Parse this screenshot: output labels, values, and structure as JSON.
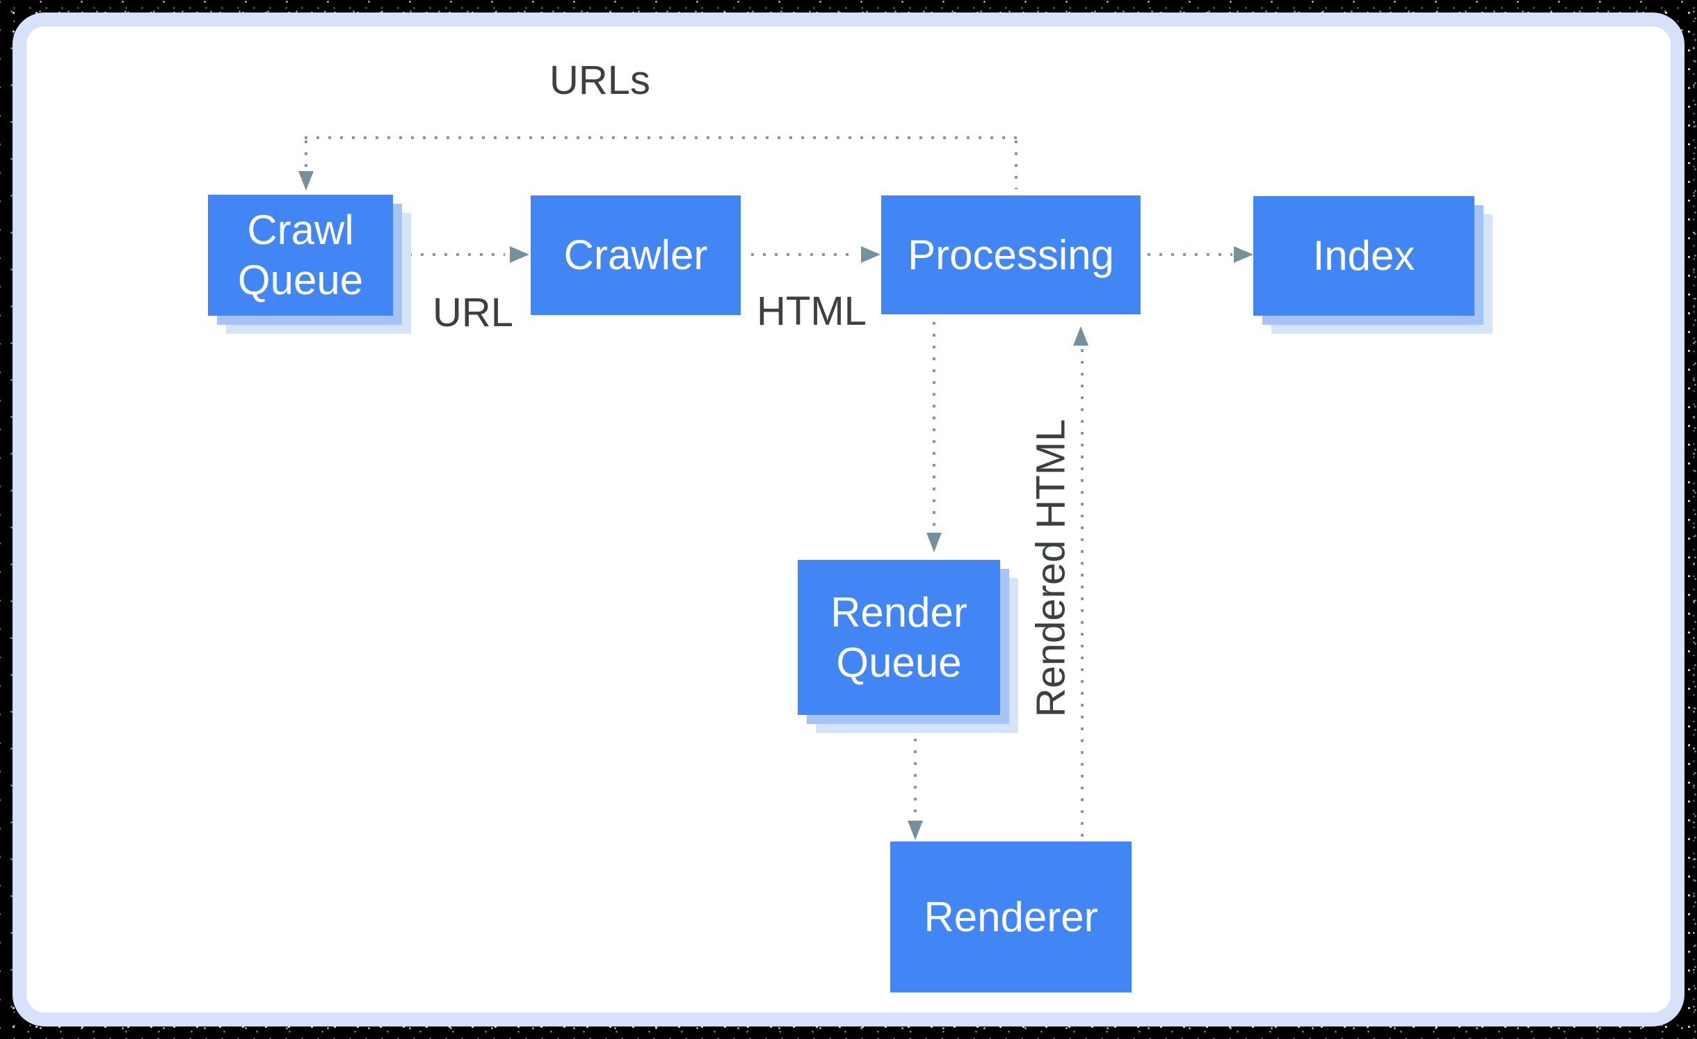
{
  "nodes": {
    "crawl_queue": {
      "label": "Crawl Queue"
    },
    "crawler": {
      "label": "Crawler"
    },
    "processing": {
      "label": "Processing"
    },
    "index": {
      "label": "Index"
    },
    "render_queue": {
      "label": "Render Queue"
    },
    "renderer": {
      "label": "Renderer"
    }
  },
  "edge_labels": {
    "urls": "URLs",
    "url": "URL",
    "html": "HTML",
    "rendered_html": "Rendered HTML"
  },
  "colors": {
    "node_fill": "#4285F4",
    "node_text": "#FFFFFF",
    "shadow_inner": "#A6C3F7",
    "shadow_outer": "#D6E3FC",
    "connector": "#7E99A8",
    "arrowhead": "#78909C",
    "label_text": "#3C4043",
    "card_border": "#D8E1FC",
    "card_bg": "#FFFFFF",
    "page_bg": "#000000"
  }
}
